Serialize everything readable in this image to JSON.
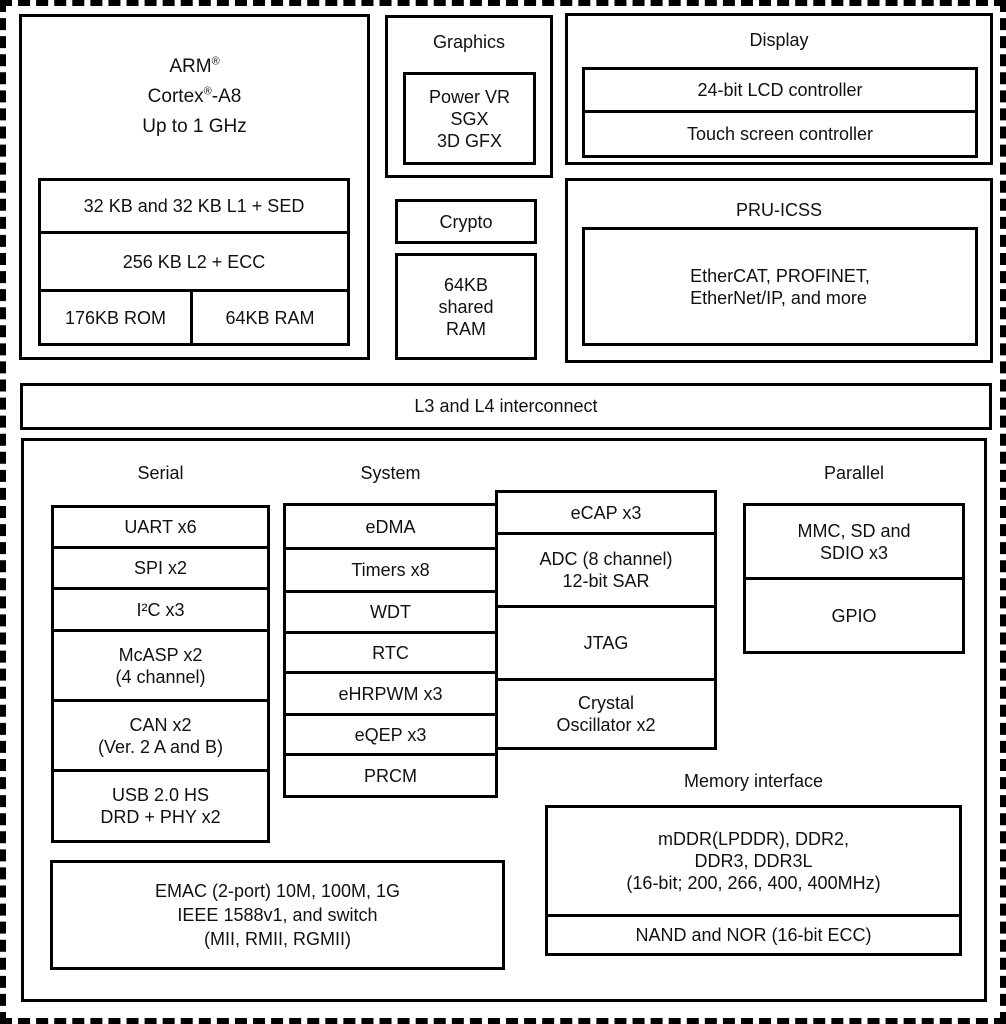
{
  "colors": {
    "border": "#000000",
    "background": "#ffffff",
    "text": "#111111"
  },
  "arm": {
    "line1_base": "ARM",
    "line1_sup": "®",
    "line2_pre": "Cortex",
    "line2_sup": "®",
    "line2_post": "-A8",
    "line3": "Up to 1 GHz",
    "l1": "32 KB and 32 KB L1 + SED",
    "l2": "256 KB L2 + ECC",
    "rom": "176KB ROM",
    "ram": "64KB RAM"
  },
  "graphics": {
    "label": "Graphics",
    "gpu": "Power VR\nSGX\n3D GFX"
  },
  "crypto": {
    "label": "Crypto"
  },
  "shared_ram": {
    "label": "64KB\nshared\nRAM"
  },
  "display": {
    "label": "Display",
    "rows": [
      "24-bit LCD controller",
      "Touch screen controller"
    ]
  },
  "pru": {
    "label": "PRU-ICSS",
    "box": "EtherCAT, PROFINET,\nEtherNet/IP, and more"
  },
  "interconnect": {
    "label": "L3 and L4 interconnect"
  },
  "serial": {
    "label": "Serial",
    "rows": [
      "UART x6",
      "SPI x2",
      "I²C x3",
      "McASP x2\n(4 channel)",
      "CAN x2\n(Ver. 2 A and B)",
      "USB 2.0 HS\nDRD + PHY x2"
    ]
  },
  "system": {
    "label": "System",
    "rows": [
      "eDMA",
      "Timers x8",
      "WDT",
      "RTC",
      "eHRPWM x3",
      "eQEP x3",
      "PRCM"
    ]
  },
  "mixed": {
    "rows": [
      "eCAP x3",
      "ADC (8 channel)\n12-bit SAR",
      "JTAG",
      "Crystal\nOscillator x2"
    ]
  },
  "parallel": {
    "label": "Parallel",
    "rows": [
      "MMC, SD and\nSDIO x3",
      "GPIO"
    ]
  },
  "memory": {
    "label": "Memory interface",
    "rows": [
      "mDDR(LPDDR), DDR2,\nDDR3, DDR3L\n(16-bit; 200, 266, 400, 400MHz)",
      "NAND and NOR (16-bit ECC)"
    ]
  },
  "emac": {
    "box": "EMAC (2-port) 10M, 100M, 1G\nIEEE 1588v1, and switch\n(MII, RMII, RGMII)"
  }
}
